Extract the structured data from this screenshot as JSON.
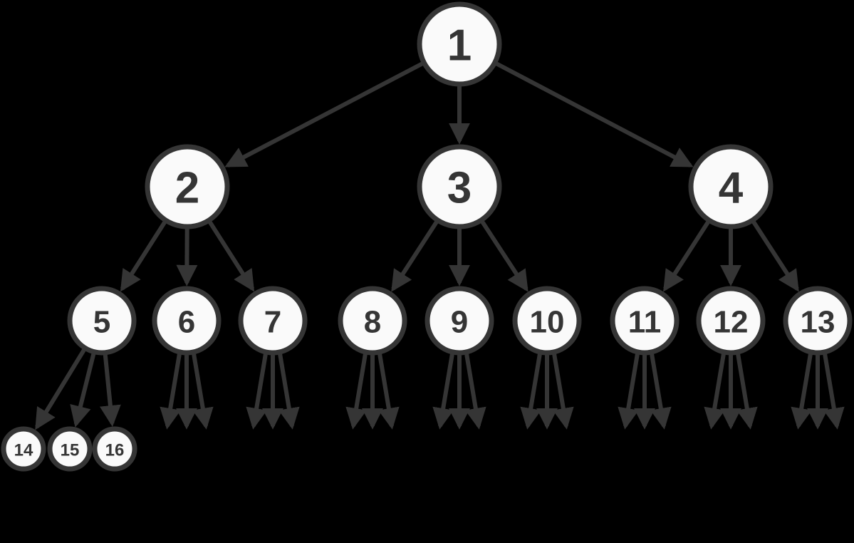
{
  "diagram": {
    "type": "tree",
    "branching_factor": 3,
    "colors": {
      "background": "#000000",
      "node_fill": "#fafafa",
      "stroke": "#353535"
    },
    "nodes": [
      {
        "id": "1",
        "label": "1",
        "level": 0
      },
      {
        "id": "2",
        "label": "2",
        "level": 1
      },
      {
        "id": "3",
        "label": "3",
        "level": 1
      },
      {
        "id": "4",
        "label": "4",
        "level": 1
      },
      {
        "id": "5",
        "label": "5",
        "level": 2
      },
      {
        "id": "6",
        "label": "6",
        "level": 2
      },
      {
        "id": "7",
        "label": "7",
        "level": 2
      },
      {
        "id": "8",
        "label": "8",
        "level": 2
      },
      {
        "id": "9",
        "label": "9",
        "level": 2
      },
      {
        "id": "10",
        "label": "10",
        "level": 2
      },
      {
        "id": "11",
        "label": "11",
        "level": 2
      },
      {
        "id": "12",
        "label": "12",
        "level": 2
      },
      {
        "id": "13",
        "label": "13",
        "level": 2
      },
      {
        "id": "14",
        "label": "14",
        "level": 3
      },
      {
        "id": "15",
        "label": "15",
        "level": 3
      },
      {
        "id": "16",
        "label": "16",
        "level": 3
      }
    ],
    "edges": [
      [
        "1",
        "2"
      ],
      [
        "1",
        "3"
      ],
      [
        "1",
        "4"
      ],
      [
        "2",
        "5"
      ],
      [
        "2",
        "6"
      ],
      [
        "2",
        "7"
      ],
      [
        "3",
        "8"
      ],
      [
        "3",
        "9"
      ],
      [
        "3",
        "10"
      ],
      [
        "4",
        "11"
      ],
      [
        "4",
        "12"
      ],
      [
        "4",
        "13"
      ],
      [
        "5",
        "14"
      ],
      [
        "5",
        "15"
      ],
      [
        "5",
        "16"
      ]
    ],
    "open_children": [
      "6",
      "7",
      "8",
      "9",
      "10",
      "11",
      "12",
      "13"
    ]
  }
}
